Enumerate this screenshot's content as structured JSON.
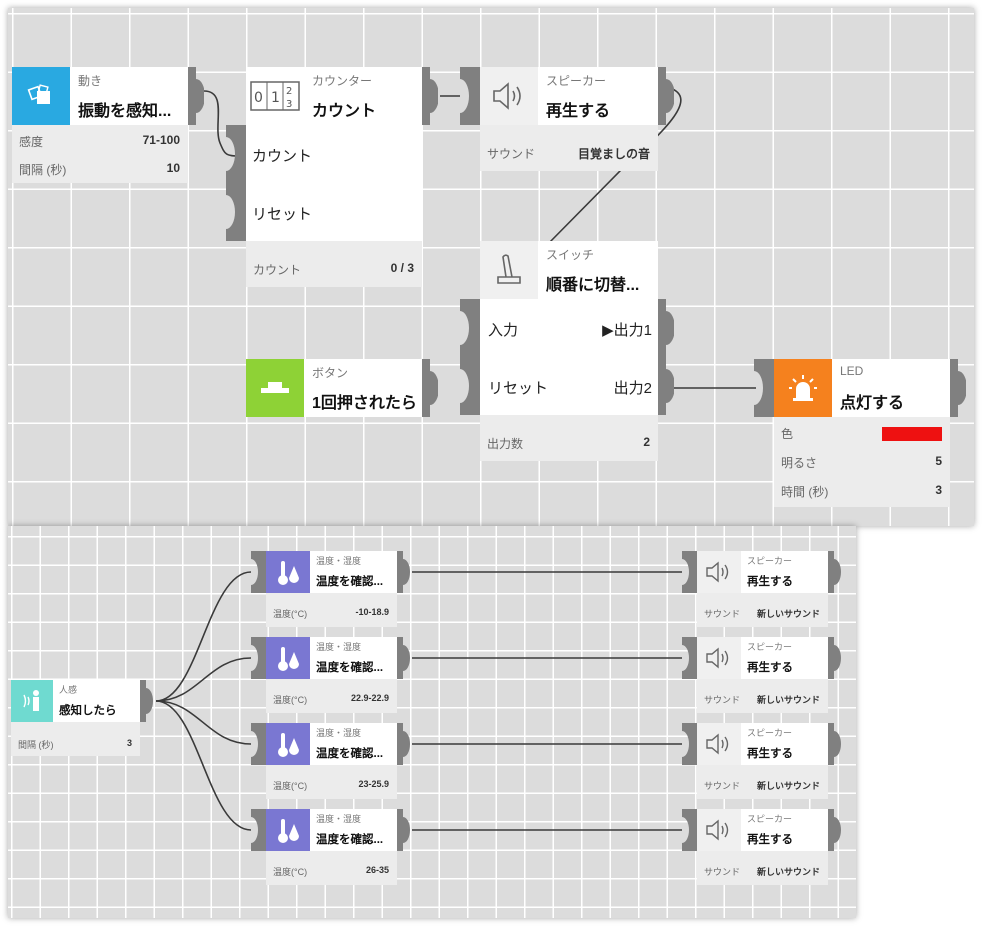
{
  "colors": {
    "motion": "#29a9e1",
    "button": "#8ed236",
    "led": "#f5811e",
    "led_color": "#ee1111",
    "thermo": "#7a77d2",
    "human": "#6fdad0",
    "connector": "#808080",
    "wire": "#3a3a3a"
  },
  "top": {
    "motion": {
      "icon": "motion-cubes-icon",
      "category": "動き",
      "title": "振動を感知...",
      "props": [
        {
          "label": "感度",
          "value": "71-100"
        },
        {
          "label": "間隔 (秒)",
          "value": "10"
        }
      ]
    },
    "counter": {
      "icon": "counter-digits-icon",
      "category": "カウンター",
      "title": "カウント",
      "ports": [
        "カウント",
        "リセット"
      ],
      "props": [
        {
          "label": "カウント",
          "value": "0 / 3"
        }
      ]
    },
    "speaker": {
      "icon": "speaker-icon",
      "category": "スピーカー",
      "title": "再生する",
      "props": [
        {
          "label": "サウンド",
          "value": "目覚ましの音"
        }
      ]
    },
    "switch": {
      "icon": "toggle-switch-icon",
      "category": "スイッチ",
      "title": "順番に切替...",
      "ports": [
        {
          "in": "入力",
          "out": "▶出力1"
        },
        {
          "in": "リセット",
          "out": "出力2"
        }
      ],
      "props": [
        {
          "label": "出力数",
          "value": "2"
        }
      ]
    },
    "button": {
      "icon": "push-button-icon",
      "category": "ボタン",
      "title": "1回押されたら"
    },
    "led": {
      "icon": "siren-light-icon",
      "category": "LED",
      "title": "点灯する",
      "props": [
        {
          "label": "色",
          "value": ""
        },
        {
          "label": "明るさ",
          "value": "5"
        },
        {
          "label": "時間 (秒)",
          "value": "3"
        }
      ]
    }
  },
  "bottom": {
    "human": {
      "icon": "human-sensor-icon",
      "category": "人感",
      "title": "感知したら",
      "props": [
        {
          "label": "間隔 (秒)",
          "value": "3"
        }
      ]
    },
    "thermos": [
      {
        "category": "温度・湿度",
        "title": "温度を確認...",
        "prop_label": "温度(°C)",
        "prop_value": "-10-18.9"
      },
      {
        "category": "温度・湿度",
        "title": "温度を確認...",
        "prop_label": "温度(°C)",
        "prop_value": "22.9-22.9"
      },
      {
        "category": "温度・湿度",
        "title": "温度を確認...",
        "prop_label": "温度(°C)",
        "prop_value": "23-25.9"
      },
      {
        "category": "温度・湿度",
        "title": "温度を確認...",
        "prop_label": "温度(°C)",
        "prop_value": "26-35"
      }
    ],
    "speakers": [
      {
        "category": "スピーカー",
        "title": "再生する",
        "prop_label": "サウンド",
        "prop_value": "新しいサウンド"
      },
      {
        "category": "スピーカー",
        "title": "再生する",
        "prop_label": "サウンド",
        "prop_value": "新しいサウンド"
      },
      {
        "category": "スピーカー",
        "title": "再生する",
        "prop_label": "サウンド",
        "prop_value": "新しいサウンド"
      },
      {
        "category": "スピーカー",
        "title": "再生する",
        "prop_label": "サウンド",
        "prop_value": "新しいサウンド"
      }
    ]
  }
}
